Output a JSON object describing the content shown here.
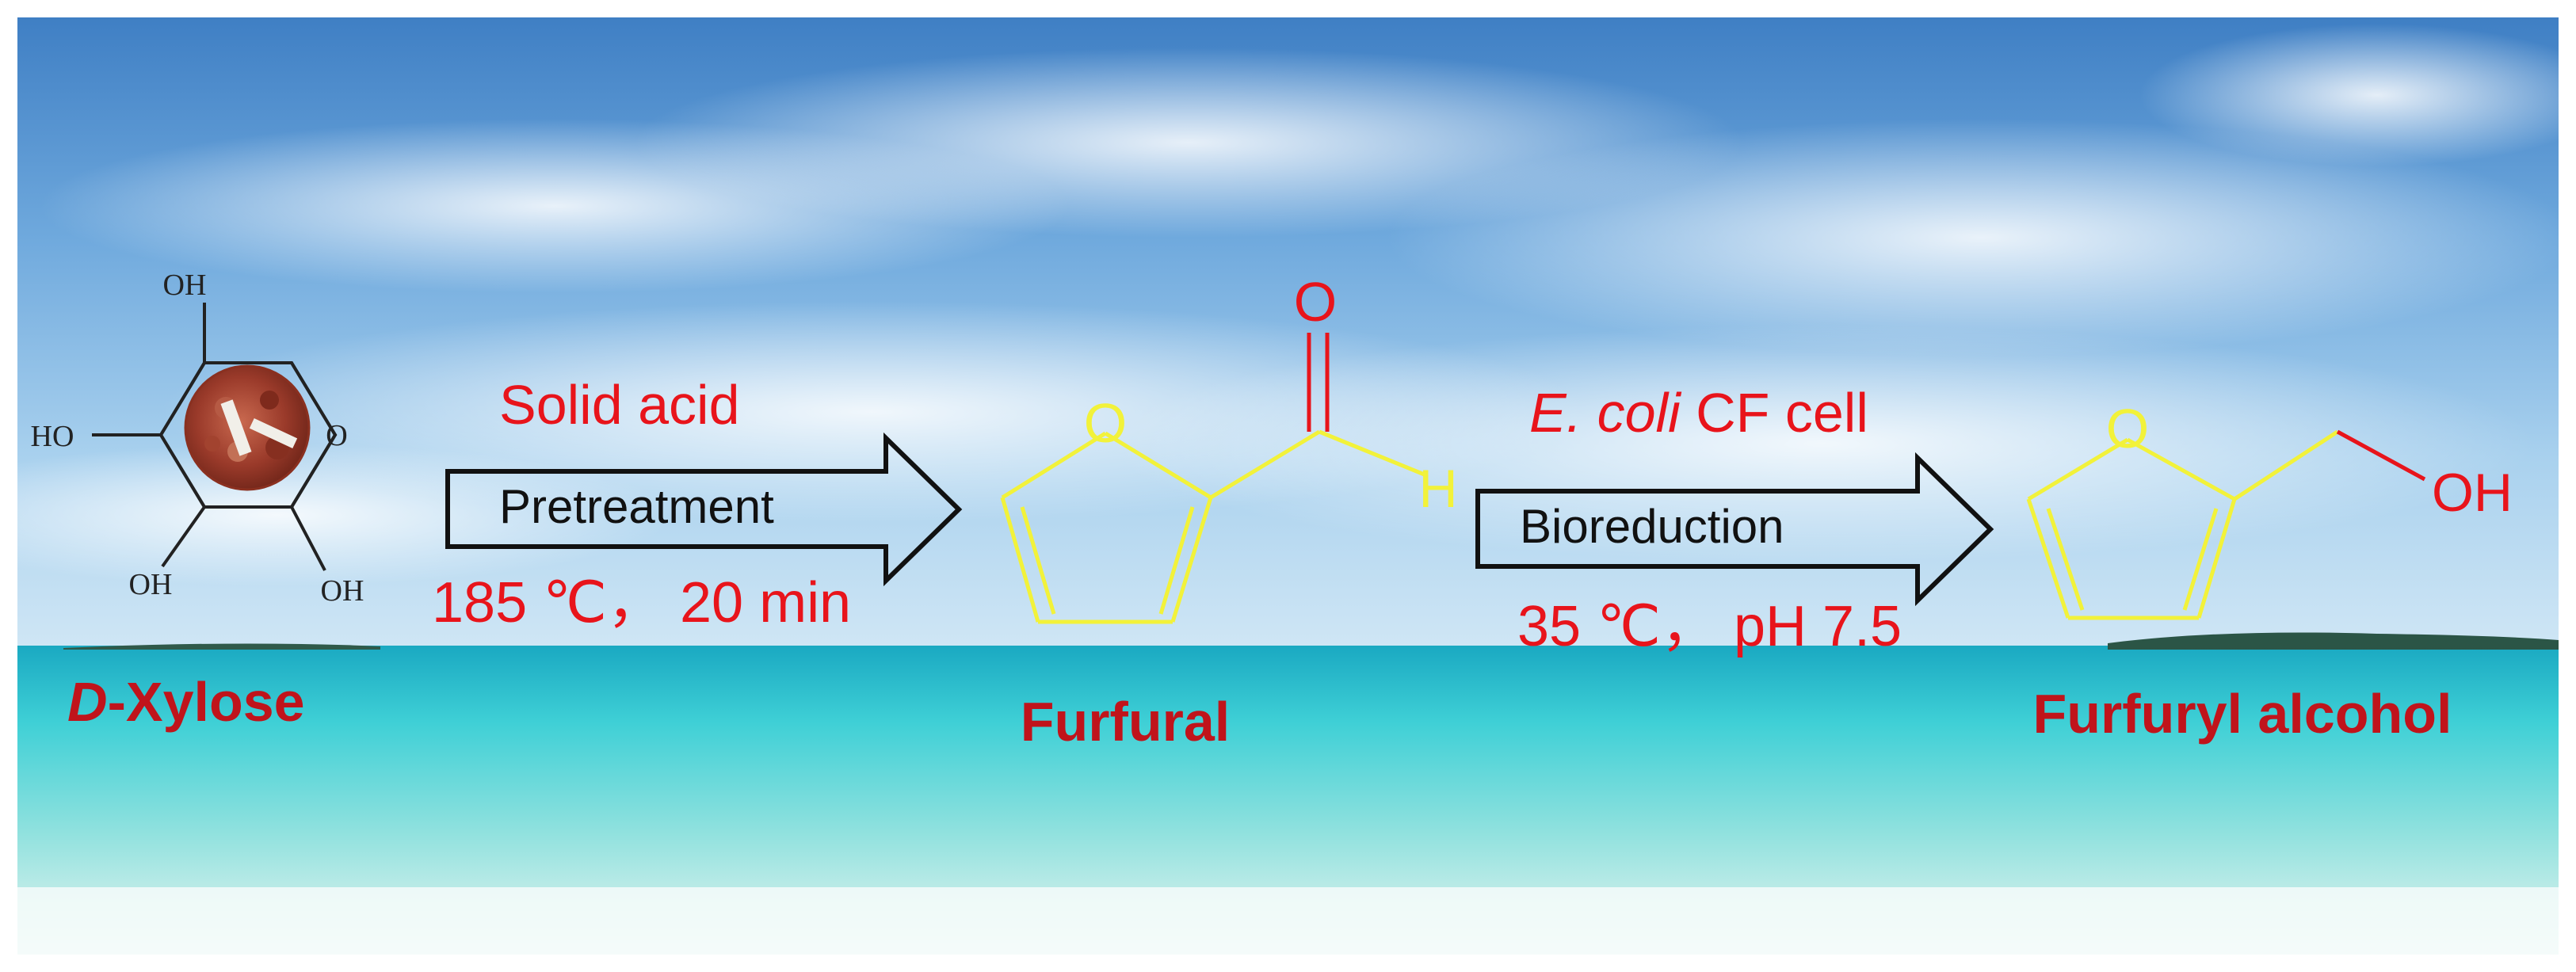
{
  "colors": {
    "accent_red": "#e8141b",
    "label_dark_red": "#c0141b",
    "ring_yellow": "#f2f23a",
    "sky_top": "#3f7fc4",
    "sky_mid": "#8fc0e8",
    "sea_top": "#1fb9c9",
    "sea_bottom": "#d7f1f2"
  },
  "reactant": {
    "name_prefix": "D",
    "name_suffix": "-Xylose",
    "substituents": {
      "top": "OH",
      "left": "HO",
      "ring_o": "O",
      "bottom_left": "OH",
      "bottom_right": "OH"
    }
  },
  "step1": {
    "reagent": "Solid acid",
    "process": "Pretreatment",
    "conditions": "185 ℃， 20 min"
  },
  "intermediate": {
    "name": "Furfural",
    "ring_o": "O",
    "carbonyl_o": "O",
    "aldehyde_h": "H"
  },
  "step2": {
    "reagent_italic": "E. coli",
    "reagent_rest": " CF cell",
    "process": "Bioreduction",
    "conditions": "35 ℃， pH 7.5"
  },
  "product": {
    "name": "Furfuryl alcohol",
    "ring_o": "O",
    "hydroxyl": "OH"
  }
}
